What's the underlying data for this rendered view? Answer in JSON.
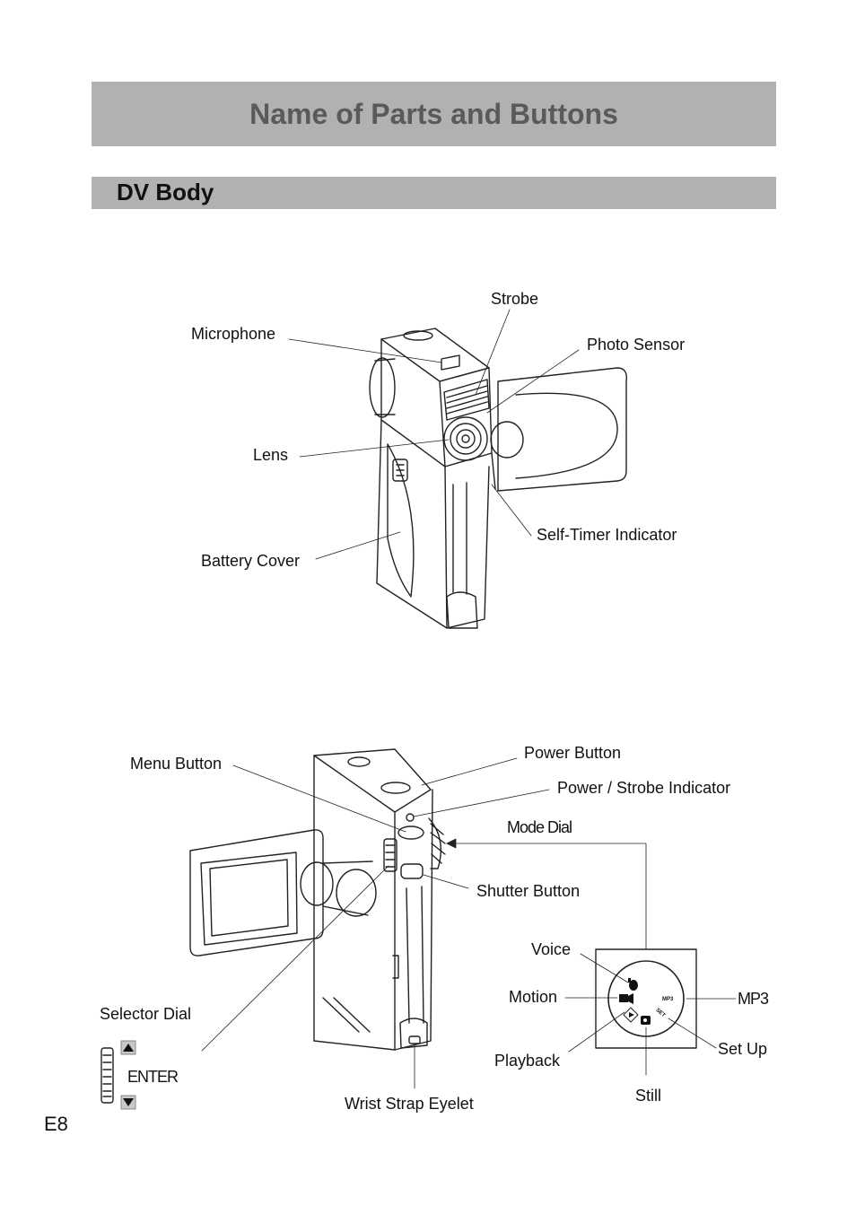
{
  "header": {
    "title": "Name of Parts and Buttons"
  },
  "section": {
    "title": "DV Body"
  },
  "front_view": {
    "labels": {
      "strobe": "Strobe",
      "microphone": "Microphone",
      "photo_sensor": "Photo Sensor",
      "lens": "Lens",
      "self_timer_indicator": "Self-Timer Indicator",
      "battery_cover": "Battery Cover"
    }
  },
  "rear_view": {
    "labels": {
      "menu_button": "Menu Button",
      "power_button": "Power Button",
      "power_strobe_indicator": "Power / Strobe Indicator",
      "mode_dial": "Mode Dial",
      "shutter_button": "Shutter Button",
      "selector_dial": "Selector Dial",
      "enter": "ENTER",
      "wrist_strap_eyelet": "Wrist Strap Eyelet"
    }
  },
  "mode_dial": {
    "labels": {
      "voice": "Voice",
      "motion": "Motion",
      "mp3": "MP3",
      "playback": "Playback",
      "set_up": "Set Up",
      "still": "Still"
    },
    "dial_text": {
      "mp3": "MP3",
      "set": "SET"
    }
  },
  "footer": {
    "page_number": "E8"
  },
  "icons": [
    "arrow-up-icon",
    "arrow-down-icon",
    "selector-dial-icon",
    "voice-icon",
    "motion-icon",
    "still-icon",
    "playback-icon"
  ]
}
